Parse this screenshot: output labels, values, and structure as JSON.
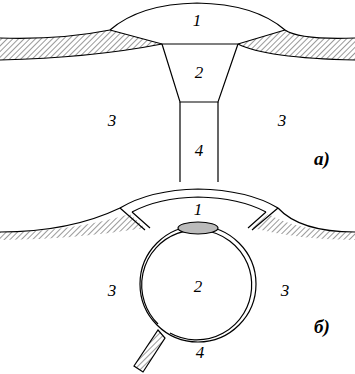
{
  "diagram": {
    "labels": [
      "1",
      "2",
      "3",
      "3",
      "4",
      "а)",
      "1",
      "2",
      "3",
      "3",
      "4",
      "б)"
    ]
  }
}
